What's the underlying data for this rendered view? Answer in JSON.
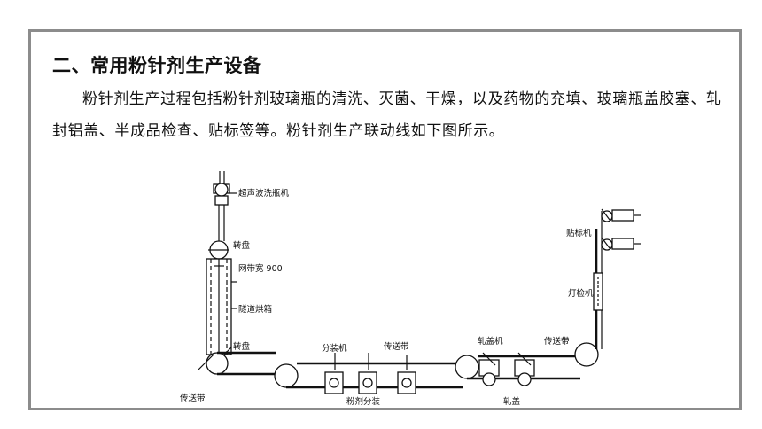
{
  "heading": "二、常用粉针剂生产设备",
  "paragraph": "粉针剂生产过程包括粉针剂玻璃瓶的清洗、灭菌、干燥，以及药物的充填、玻璃瓶盖胶塞、轧封铝盖、半成品检查、贴标签等。粉针剂生产联动线如下图所示。",
  "diagram": {
    "labels": {
      "ultrasonic_washer": "超声波洗瓶机",
      "turntable_top": "转盘",
      "belt_width": "网带宽 900",
      "tunnel_oven": "隧道烘箱",
      "turntable_bottom": "转盘",
      "conveyor_left": "传送带",
      "filling_machine": "分装机",
      "conveyor_mid": "传送带",
      "powder_filling": "粉剂分装",
      "capping_machine": "轧盖机",
      "conveyor_right": "传送带",
      "capping": "轧盖",
      "inspection_lamp": "灯检机",
      "labeling_machine": "贴标机"
    }
  }
}
